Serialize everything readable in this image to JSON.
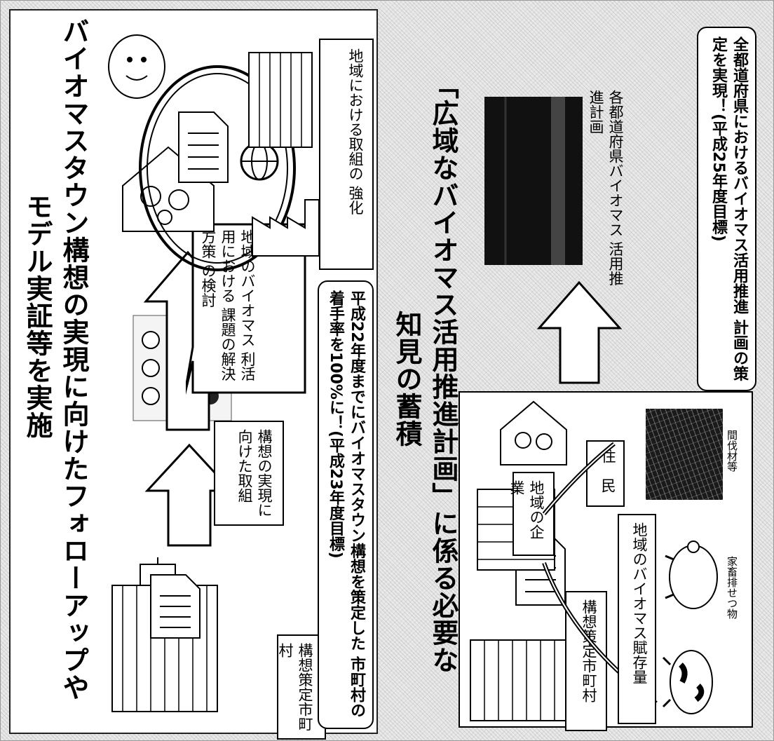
{
  "top_section": {
    "title_line1": "バイオマスタウン構想の実現に向けたフォローアップや",
    "title_line2": "モデル実証等を実施",
    "municipality_label": "構想策定市町村",
    "realization_label_1": "構想の実現に",
    "realization_label_2": "向けた取組",
    "callout_1": "地域のバイオマス",
    "callout_2": "利活用における",
    "callout_3": "課題の解決方策",
    "callout_4": "の検討",
    "regional_label_1": "地域における取組の",
    "regional_label_2": "強化",
    "goal_line1": "平成22年度までにバイオマスタウン構想を策定した",
    "goal_line2": "市町村の着手率を100%に！(平成23年度目標)"
  },
  "bottom_section": {
    "title_line1": "「広域なバイオマス活用推進計画」に係る必要な",
    "title_line2": "知見の蓄積",
    "municipality_label": "構想策定市町村",
    "company_label": "地域の企業",
    "residents_label": "住　民",
    "stock_label": "地域のバイオマス賦存量",
    "livestock_label": "家畜排せつ物",
    "thinning_label": "間伐材等",
    "plan_label_1": "各都道府県バイオマス",
    "plan_label_2": "活用推進計画",
    "goal_line1": "全都道府県におけるバイオマス活用推進",
    "goal_line2": "計画の策定を実現！(平成25年度目標)"
  },
  "icons": [
    "building-icon",
    "document-icon",
    "meeting-icon",
    "family-house-icon",
    "globe-icon",
    "factory-icon",
    "farmers-icon",
    "cow-icon",
    "pig-icon",
    "forest-photo",
    "book-icon",
    "arrow-icon"
  ]
}
